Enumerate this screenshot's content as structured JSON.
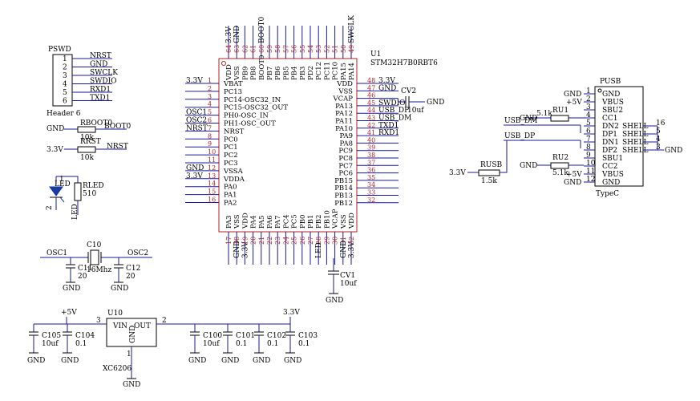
{
  "pswd": {
    "title": "PSWD",
    "footer": "Header 6",
    "pins": [
      "1",
      "2",
      "3",
      "4",
      "5",
      "6"
    ],
    "nets": [
      "NRST",
      "GND",
      "SWCLK",
      "SWDIO",
      "RXD1",
      "TXD1"
    ]
  },
  "rboot": {
    "name": "RBOOT0",
    "value": "10k",
    "left": "GND",
    "right": "BOOT0"
  },
  "rrst": {
    "name": "RRST",
    "value": "10k",
    "left": "3.3V",
    "right": "NRST"
  },
  "led": {
    "label": "LED",
    "res_name": "RLED",
    "res_value": "510",
    "net": "LED",
    "pin1": "1",
    "pin2": "2"
  },
  "crystal": {
    "name": "C10",
    "freq": "16Mhz",
    "left_net": "OSC1",
    "right_net": "OSC2",
    "cl": "C11",
    "cl_val": "20",
    "cr": "C12",
    "cr_val": "20",
    "gnd": "GND"
  },
  "ldo": {
    "name": "U10",
    "part": "XC6206",
    "vin": "VIN",
    "out": "OUT",
    "gnd": "GND",
    "pin_in": "3",
    "pin_out": "2",
    "pin_gnd": "1",
    "in_net": "+5V",
    "out_net": "3.3V",
    "caps_in": [
      {
        "name": "C105",
        "val": "10uf"
      },
      {
        "name": "C104",
        "val": "0.1"
      }
    ],
    "caps_out": [
      {
        "name": "C100",
        "val": "10uf"
      },
      {
        "name": "C101",
        "val": "0.1"
      },
      {
        "name": "C102",
        "val": "0.1"
      },
      {
        "name": "C103",
        "val": "0.1"
      }
    ],
    "gnd_label": "GND"
  },
  "mcu": {
    "ref": "U1",
    "part": "STM32H7B0RBT6",
    "left": [
      {
        "n": "1",
        "name": "VBAT",
        "net": "3.3V"
      },
      {
        "n": "2",
        "name": "PC13",
        "net": ""
      },
      {
        "n": "3",
        "name": "PC14-OSC32_IN",
        "net": ""
      },
      {
        "n": "4",
        "name": "PC15-OSC32_OUT",
        "net": ""
      },
      {
        "n": "5",
        "name": "PH0-OSC_IN",
        "net": "OSC1"
      },
      {
        "n": "6",
        "name": "PH1-OSC_OUT",
        "net": "OSC2"
      },
      {
        "n": "7",
        "name": "NRST",
        "net": "NRST"
      },
      {
        "n": "8",
        "name": "PC0",
        "net": ""
      },
      {
        "n": "9",
        "name": "PC1",
        "net": ""
      },
      {
        "n": "10",
        "name": "PC2",
        "net": ""
      },
      {
        "n": "11",
        "name": "PC3",
        "net": ""
      },
      {
        "n": "12",
        "name": "VSSA",
        "net": "GND"
      },
      {
        "n": "13",
        "name": "VDDA",
        "net": "3.3V"
      },
      {
        "n": "14",
        "name": "PA0",
        "net": ""
      },
      {
        "n": "15",
        "name": "PA1",
        "net": ""
      },
      {
        "n": "16",
        "name": "PA2",
        "net": ""
      }
    ],
    "right": [
      {
        "n": "48",
        "name": "VDD",
        "net": "3.3V"
      },
      {
        "n": "47",
        "name": "VSS",
        "net": "GND"
      },
      {
        "n": "46",
        "name": "VCAP",
        "net": ""
      },
      {
        "n": "45",
        "name": "PA13",
        "net": "SWDIO"
      },
      {
        "n": "44",
        "name": "PA12",
        "net": "USB_DP"
      },
      {
        "n": "43",
        "name": "PA11",
        "net": "USB_DM"
      },
      {
        "n": "42",
        "name": "PA10",
        "net": "TXD1"
      },
      {
        "n": "41",
        "name": "PA9",
        "net": "RXD1"
      },
      {
        "n": "40",
        "name": "PA8",
        "net": ""
      },
      {
        "n": "39",
        "name": "PC9",
        "net": ""
      },
      {
        "n": "38",
        "name": "PC8",
        "net": ""
      },
      {
        "n": "37",
        "name": "PC7",
        "net": ""
      },
      {
        "n": "36",
        "name": "PC6",
        "net": ""
      },
      {
        "n": "35",
        "name": "PB15",
        "net": ""
      },
      {
        "n": "34",
        "name": "PB14",
        "net": ""
      },
      {
        "n": "33",
        "name": "PB13",
        "net": ""
      },
      {
        "n": "32",
        "name": "PB12",
        "net": ""
      }
    ],
    "top": [
      {
        "n": "64",
        "name": "VDD",
        "net": "3.3V"
      },
      {
        "n": "63",
        "name": "VSS",
        "net": "GND"
      },
      {
        "n": "62",
        "name": "PB9",
        "net": ""
      },
      {
        "n": "61",
        "name": "PB8",
        "net": ""
      },
      {
        "n": "60",
        "name": "BOOT0",
        "net": "BOOT0"
      },
      {
        "n": "59",
        "name": "PB7",
        "net": ""
      },
      {
        "n": "58",
        "name": "PB6",
        "net": ""
      },
      {
        "n": "57",
        "name": "PB5",
        "net": ""
      },
      {
        "n": "56",
        "name": "PB4",
        "net": ""
      },
      {
        "n": "55",
        "name": "PB3",
        "net": ""
      },
      {
        "n": "54",
        "name": "PD2",
        "net": ""
      },
      {
        "n": "53",
        "name": "PC12",
        "net": ""
      },
      {
        "n": "52",
        "name": "PC11",
        "net": ""
      },
      {
        "n": "51",
        "name": "PC10",
        "net": ""
      },
      {
        "n": "50",
        "name": "PA15",
        "net": ""
      },
      {
        "n": "49",
        "name": "PA14",
        "net": "SWCLK"
      }
    ],
    "bottom": [
      {
        "n": "17",
        "name": "PA3",
        "net": ""
      },
      {
        "n": "18",
        "name": "VSS",
        "net": "GND"
      },
      {
        "n": "19",
        "name": "VDD",
        "net": "3.3V"
      },
      {
        "n": "20",
        "name": "PA4",
        "net": ""
      },
      {
        "n": "21",
        "name": "PA5",
        "net": ""
      },
      {
        "n": "22",
        "name": "PA6",
        "net": ""
      },
      {
        "n": "23",
        "name": "PA7",
        "net": ""
      },
      {
        "n": "24",
        "name": "PC4",
        "net": ""
      },
      {
        "n": "25",
        "name": "PC5",
        "net": ""
      },
      {
        "n": "26",
        "name": "PB0",
        "net": ""
      },
      {
        "n": "27",
        "name": "PB1",
        "net": ""
      },
      {
        "n": "28",
        "name": "PB2",
        "net": "LED"
      },
      {
        "n": "29",
        "name": "PB10",
        "net": ""
      },
      {
        "n": "30",
        "name": "VCAP",
        "net": ""
      },
      {
        "n": "31",
        "name": "VSS",
        "net": "GND"
      },
      {
        "n": "32",
        "name": "VDD",
        "net": "3.3V"
      }
    ],
    "cv2": {
      "name": "CV2",
      "val": "10uf",
      "net": "GND"
    },
    "cv1": {
      "name": "CV1",
      "val": "10uf",
      "net": "GND"
    }
  },
  "usb": {
    "ref": "PUSB",
    "part": "TypeC",
    "pins": [
      {
        "n": "1",
        "name": "GND",
        "net": "GND"
      },
      {
        "n": "2",
        "name": "VBUS",
        "net": "+5V"
      },
      {
        "n": "3",
        "name": "SBU2",
        "net": ""
      },
      {
        "n": "4",
        "name": "CC1",
        "net": ""
      },
      {
        "n": "5",
        "name": "DN2",
        "net": "USB_DM"
      },
      {
        "n": "6",
        "name": "DP1",
        "net": ""
      },
      {
        "n": "7",
        "name": "DN1",
        "net": "USB_DP"
      },
      {
        "n": "8",
        "name": "DP2",
        "net": ""
      },
      {
        "n": "9",
        "name": "SBU1",
        "net": ""
      },
      {
        "n": "10",
        "name": "CC2",
        "net": ""
      },
      {
        "n": "11",
        "name": "VBUS",
        "net": "+5V"
      },
      {
        "n": "12",
        "name": "GND",
        "net": "GND"
      }
    ],
    "shell_label": "SHELL",
    "shell_pins": [
      "16",
      "5",
      "4",
      "3"
    ],
    "shell_net": "GND",
    "ru1": {
      "name": "RU1",
      "val": "5.1k",
      "net": "GND"
    },
    "ru2": {
      "name": "RU2",
      "val": "5.1k",
      "net": "GND"
    },
    "rusb": {
      "name": "RUSB",
      "val": "1.5k",
      "net": "3.3V"
    },
    "nets": {
      "dm": "USB_DM",
      "dp": "USB_DP"
    }
  }
}
